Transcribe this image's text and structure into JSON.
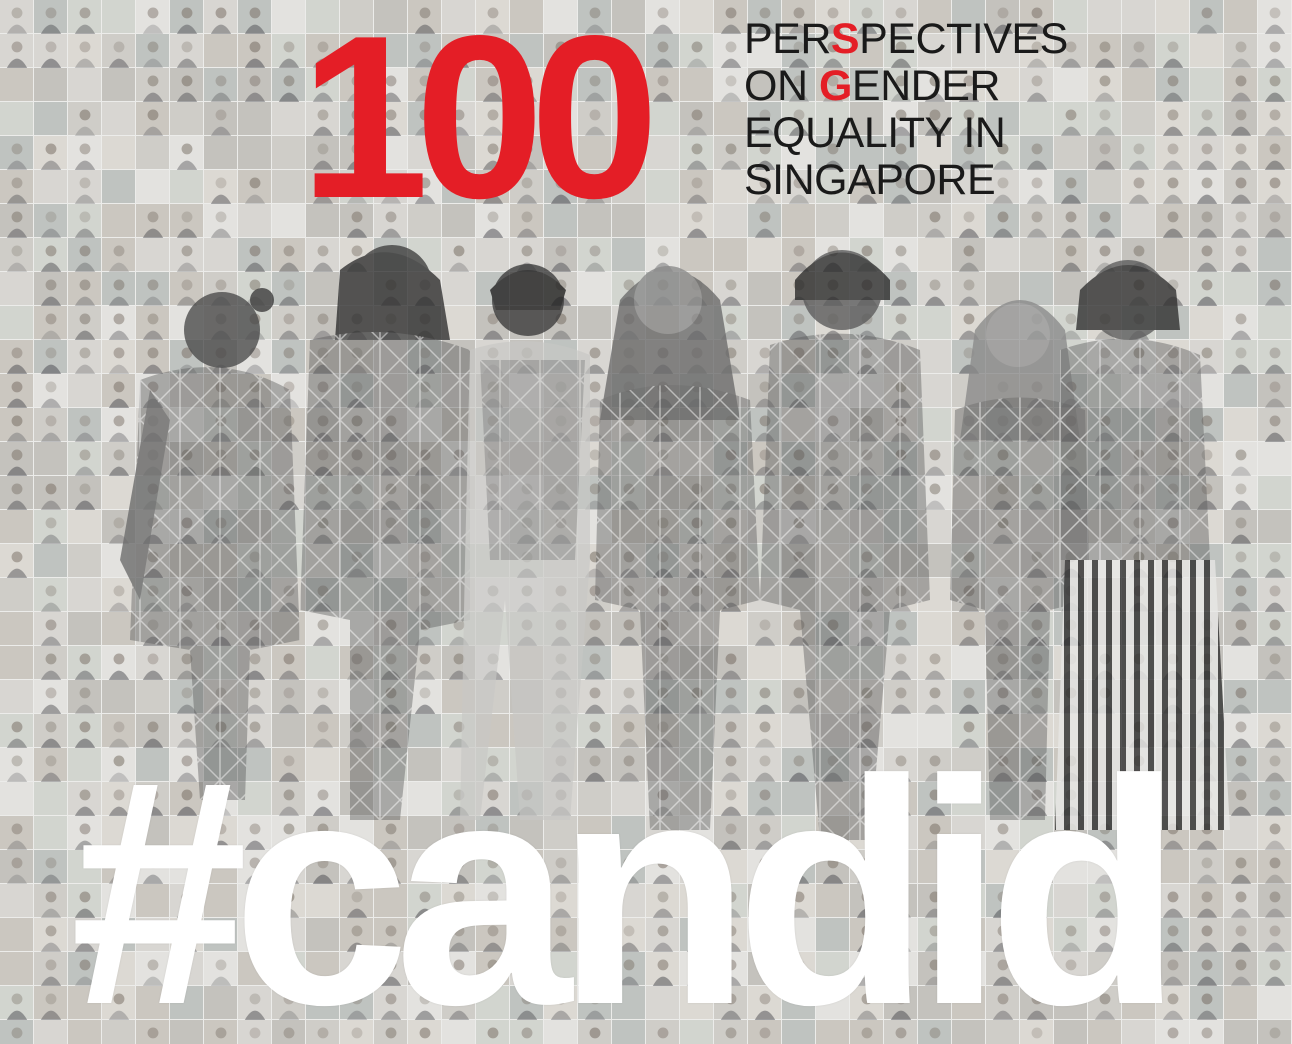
{
  "poster": {
    "number": "100",
    "tagline": {
      "line1": {
        "pre": "PER",
        "accent": "S",
        "post": "PECTIVES"
      },
      "line2": {
        "pre": "ON ",
        "accent": "G",
        "post": "ENDER"
      },
      "line3": "EQUALITY IN",
      "line4": "SINGAPORE"
    },
    "hashtag": "#candid"
  },
  "colors": {
    "accent": "#e41e26",
    "text_dark": "#1a1a1a",
    "hashtag": "#ffffff"
  }
}
